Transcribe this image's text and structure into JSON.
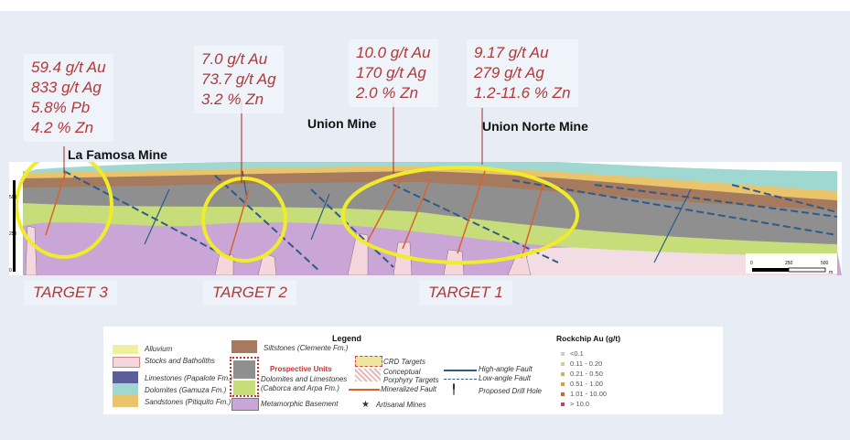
{
  "grades": [
    {
      "lines": [
        "59.4 g/t Au",
        "833 g/t Ag",
        "5.8% Pb",
        "4.2 % Zn"
      ]
    },
    {
      "lines": [
        "7.0 g/t Au",
        "73.7 g/t Ag",
        "3.2 % Zn"
      ]
    },
    {
      "lines": [
        "10.0 g/t Au",
        "170  g/t Ag",
        "2.0 % Zn"
      ]
    },
    {
      "lines": [
        "9.17 g/t Au",
        "279  g/t Ag",
        "1.2-11.6 % Zn"
      ]
    }
  ],
  "mines": [
    "La Famosa Mine",
    "Union Mine",
    "Union Norte Mine"
  ],
  "targets": [
    "TARGET 3",
    "TARGET 2",
    "TARGET 1"
  ],
  "scale": {
    "ticks": [
      "0",
      "250",
      "500"
    ],
    "unit": "m",
    "vertical": [
      "500",
      "250",
      "0"
    ]
  },
  "legend": {
    "title": "Legend",
    "units": [
      {
        "label": "Alluvium",
        "color": "#eef0a0"
      },
      {
        "label": "Stocks and Batholiths",
        "color": "#f5d6dc"
      },
      {
        "label": "Limestones (Papalote Fm.)",
        "color": "#5c5e9c"
      },
      {
        "label": "Dolomites (Gamuza Fm.)",
        "color": "#9fd8d0"
      },
      {
        "label": "Sandstones (Pitiquito Fm.)",
        "color": "#e9c46a"
      },
      {
        "label": "Siltstones (Clemente Fm.)",
        "color": "#a57a5e"
      },
      {
        "label": "Metamorphic Basement",
        "color": "#c9a6d6"
      }
    ],
    "prospective": {
      "title": "Prospective Units",
      "line1": "Dolomites and Limestones",
      "line2": "(Caborca and Arpa Fm.)",
      "color_top": "#8f8f8f",
      "color_bottom": "#c6dd7a"
    },
    "symbols": [
      "CRD Targets",
      "Conceptual",
      "Porphyry Targets",
      "Mineralized Fault",
      "Artisanal Mines",
      "High-angle Fault",
      "Low-angle Fault",
      "Proposed Drill Hole"
    ],
    "rockchip": {
      "title": "Rockchip  Au (g/t)",
      "classes": [
        {
          "label": "<0.1",
          "color": "#cccccc"
        },
        {
          "label": "0.11 - 0.20",
          "color": "#d9c9a0"
        },
        {
          "label": "0.21 - 0.50",
          "color": "#c9b56a"
        },
        {
          "label": "0.51 - 1.00",
          "color": "#d6a040"
        },
        {
          "label": "1.01 - 10.00",
          "color": "#c8683a"
        },
        {
          "label": "> 10.0",
          "color": "#b04d6a"
        }
      ]
    }
  }
}
